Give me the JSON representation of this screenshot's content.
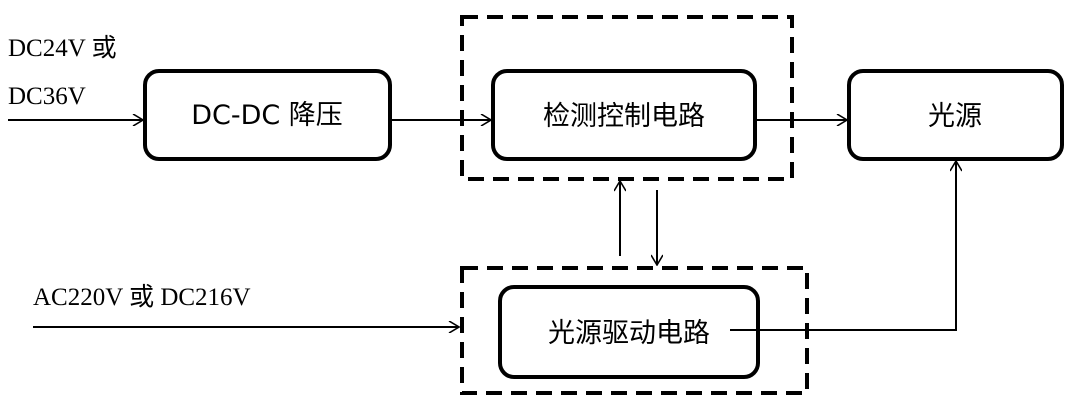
{
  "inputs": {
    "dc_input_line1": "DC24V 或",
    "dc_input_line2": "DC36V",
    "ac_input": "AC220V 或 DC216V"
  },
  "blocks": {
    "dc_dc": "DC-DC 降压",
    "detect_control": "检测控制电路",
    "light_source": "光源",
    "light_driver": "光源驱动电路"
  }
}
